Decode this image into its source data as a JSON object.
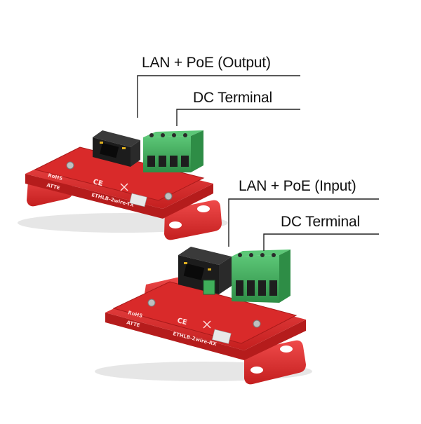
{
  "callouts": {
    "top_lan": "LAN + PoE (Output)",
    "top_dc": "DC Terminal",
    "bottom_lan": "LAN + PoE (Input)",
    "bottom_dc": "DC Terminal"
  },
  "boards": {
    "top": {
      "rohs": "RoHS",
      "logo": "ATTE",
      "model": "ETHLB-2wire-TX"
    },
    "bottom": {
      "rohs": "RoHS",
      "logo": "ATTE",
      "model": "ETHLB-2wire-RX"
    }
  },
  "colors": {
    "pcb_red": "#d92a2a",
    "pcb_dark": "#a81a1a",
    "housing_red": "#e23333",
    "terminal_green": "#3fae5a",
    "rj45_black": "#1c1c1c",
    "line": "#222222"
  }
}
